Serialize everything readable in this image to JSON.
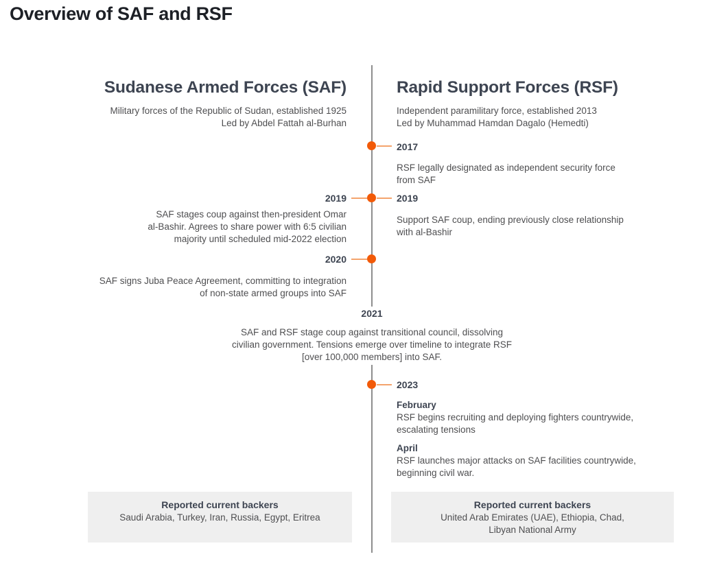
{
  "page_title": "Overview of SAF and RSF",
  "colors": {
    "accent_orange": "#F25A08",
    "connector_orange": "#F4A36C",
    "timeline_gray": "#8E8E8E",
    "heading_slate": "#3D4451",
    "body_gray": "#4E4E50",
    "box_background": "#EFEFEF"
  },
  "saf": {
    "title": "Sudanese Armed Forces (SAF)",
    "subtitle": "Military forces of the Republic of Sudan, established 1925\nLed by Abdel Fattah al-Burhan",
    "events": {
      "e2019": {
        "year": "2019",
        "text": "SAF stages coup against then-president Omar\nal-Bashir. Agrees to share power with 6:5 civilian\nmajority until scheduled mid-2022 election"
      },
      "e2020": {
        "year": "2020",
        "text": "SAF signs Juba Peace Agreement, committing to integration\nof non-state armed groups into SAF"
      }
    },
    "backers": {
      "title": "Reported current backers",
      "names": "Saudi Arabia, Turkey, Iran, Russia, Egypt, Eritrea"
    }
  },
  "rsf": {
    "title": "Rapid Support Forces (RSF)",
    "subtitle": "Independent paramilitary force, established 2013\nLed by Muhammad Hamdan Dagalo (Hemedti)",
    "events": {
      "e2017": {
        "year": "2017",
        "text": "RSF legally designated as independent security force\nfrom SAF"
      },
      "e2019": {
        "year": "2019",
        "text": "Support SAF coup, ending previously close relationship\nwith al-Bashir"
      },
      "e2023": {
        "year": "2023",
        "february_label": "February",
        "february_text": "RSF begins recruiting and deploying fighters countrywide,\nescalating tensions",
        "april_label": "April",
        "april_text": "RSF launches major attacks on SAF facilities countrywide,\nbeginning civil war."
      }
    },
    "backers": {
      "title": "Reported current backers",
      "names": "United Arab Emirates (UAE), Ethiopia, Chad,\nLibyan National Army"
    }
  },
  "shared": {
    "e2021": {
      "year": "2021",
      "text": "SAF and RSF stage coup against transitional council, dissolving\ncivilian government. Tensions emerge over timeline to integrate RSF\n[over 100,000 members] into SAF."
    }
  }
}
